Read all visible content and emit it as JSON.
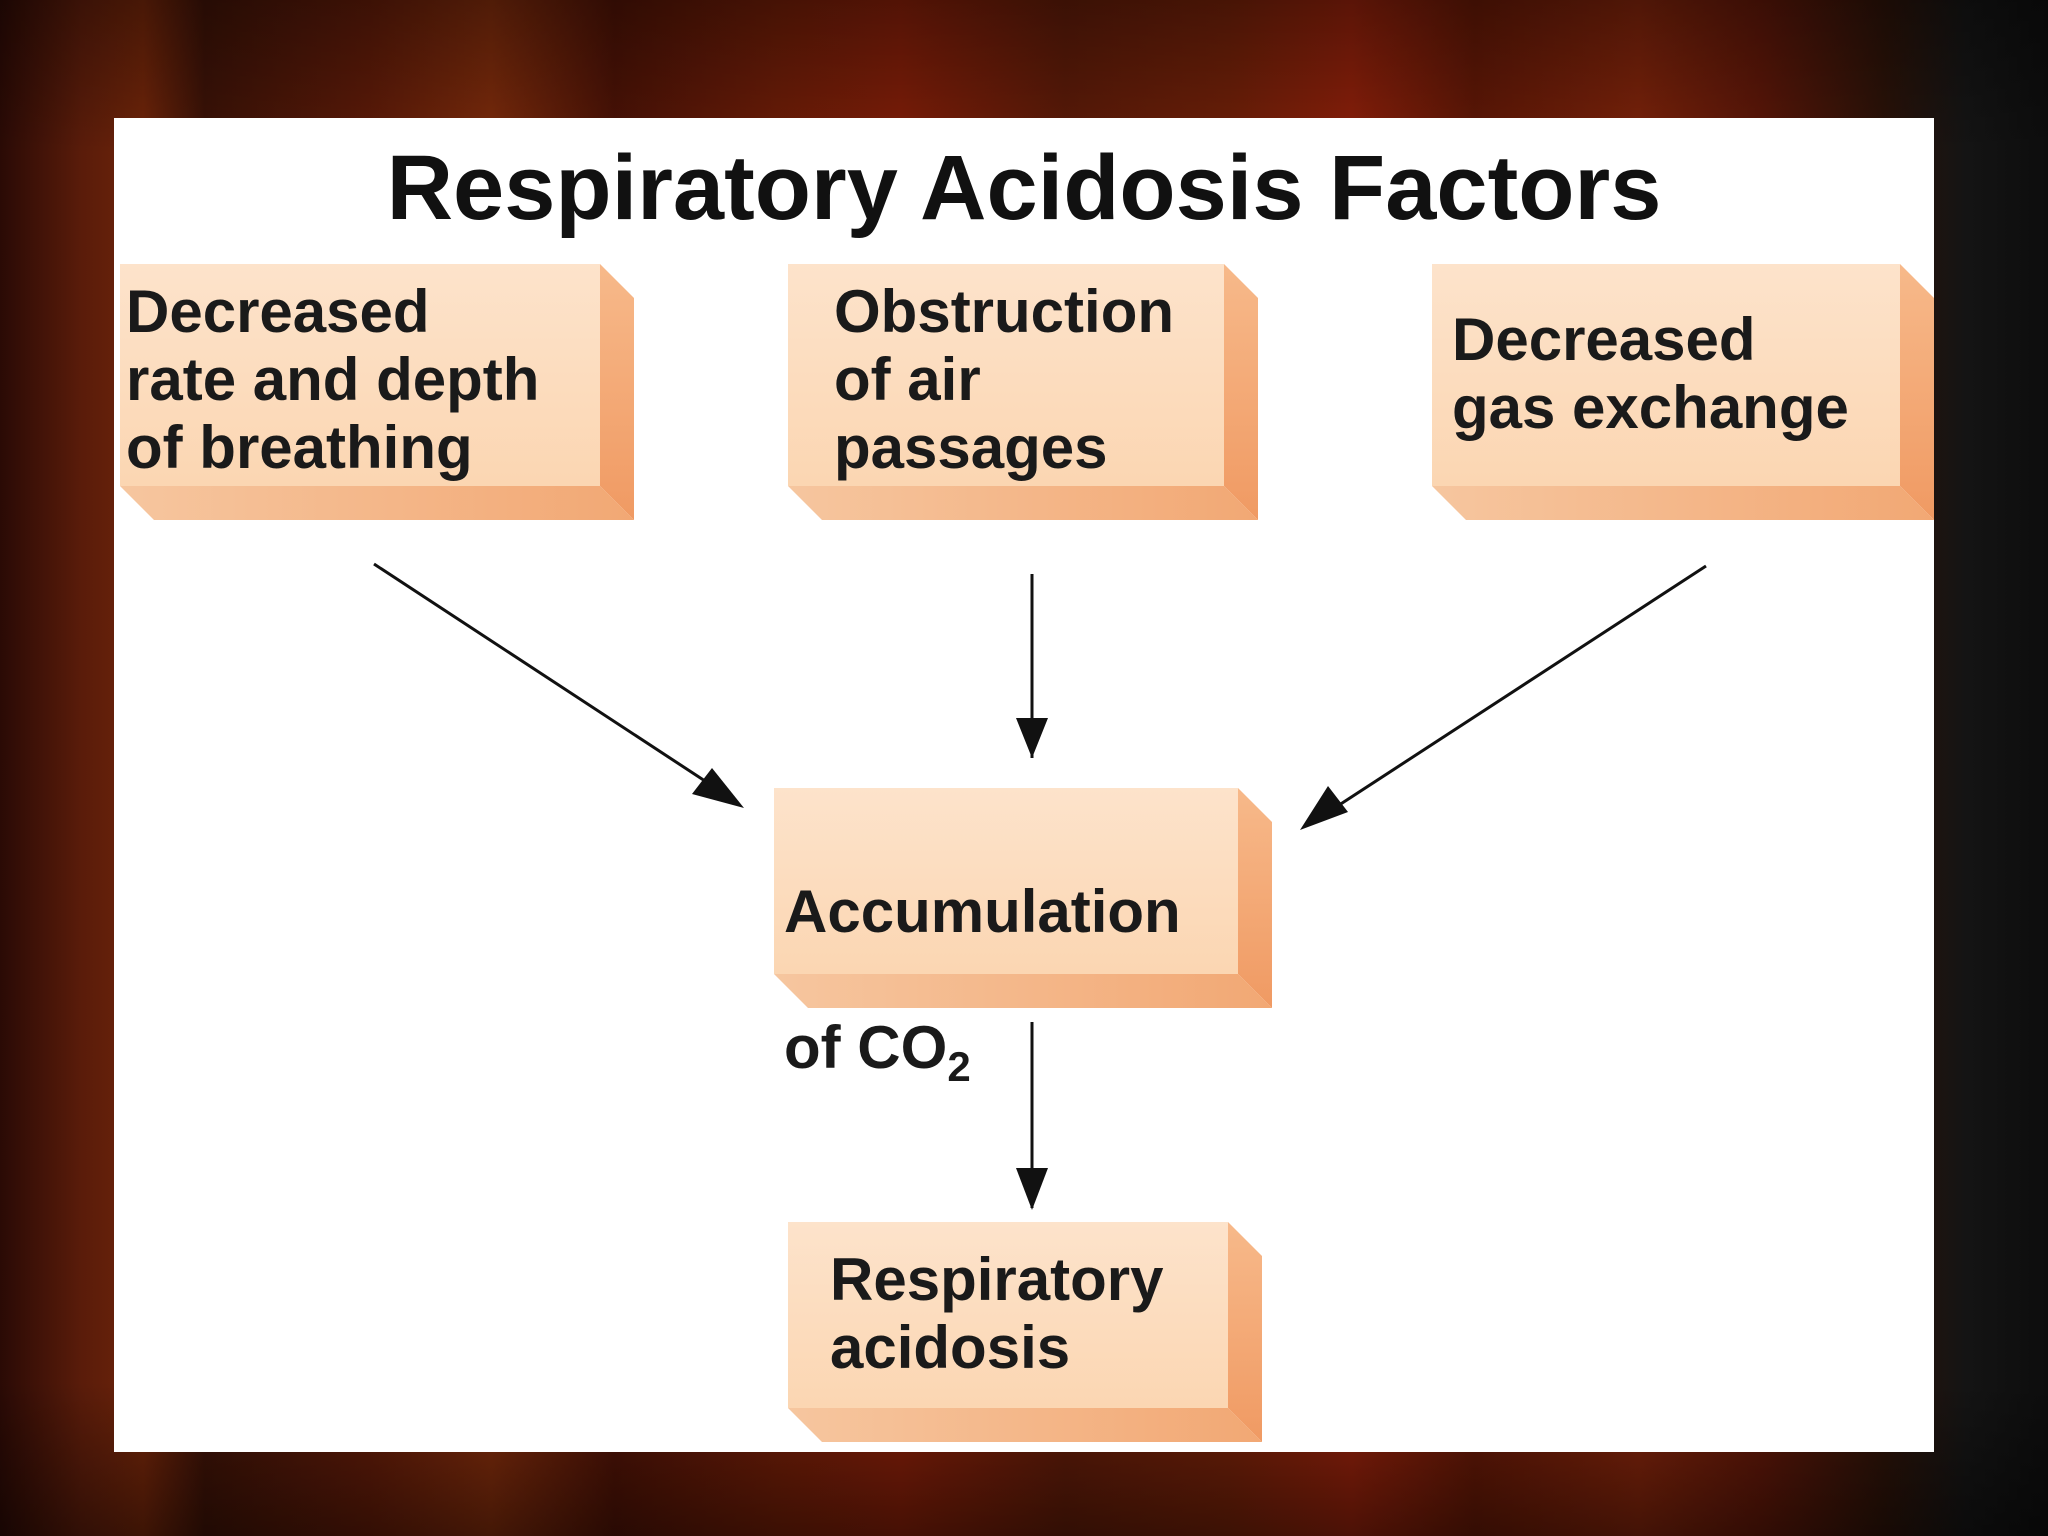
{
  "title": "Respiratory Acidosis Factors",
  "nodes": {
    "factor_1": "Decreased\nrate and depth\nof breathing",
    "factor_2": "Obstruction\nof air\npassages",
    "factor_3": "Decreased\ngas exchange",
    "middle": {
      "line1": "Accumulation",
      "line2_prefix": "of CO",
      "subscript": "2"
    },
    "outcome": "Respiratory\nacidosis"
  },
  "colors": {
    "box_face": "#fde3cb",
    "box_edge": "#f2a874",
    "arrow": "#111111"
  }
}
